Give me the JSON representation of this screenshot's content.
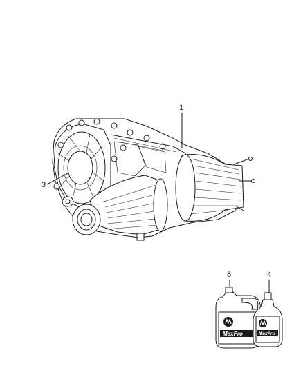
{
  "callouts": [
    {
      "id": "1",
      "label": "1"
    },
    {
      "id": "3",
      "label": "3"
    },
    {
      "id": "5",
      "label": "5"
    },
    {
      "id": "4",
      "label": "4"
    }
  ],
  "bottles": {
    "large_logo": "MaxPro",
    "small_logo": "MaxPro"
  }
}
